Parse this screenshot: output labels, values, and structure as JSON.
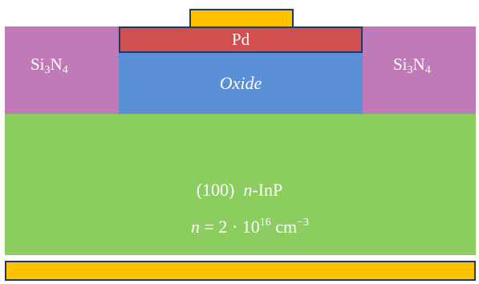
{
  "colors": {
    "gold": "#ffc000",
    "pd_red": "#d05050",
    "oxide_blue": "#5b8fd6",
    "sin_purple": "#c07ab8",
    "inp_green": "#8ccd5f",
    "outline_navy": "#1f3a68",
    "label_white": "#ffffff"
  },
  "layers": {
    "pd_label": "Pd",
    "oxide_label": "Oxide",
    "sin_left": {
      "base1": "Si",
      "sub1": "3",
      "base2": "N",
      "sub2": "4"
    },
    "sin_right": {
      "base1": "Si",
      "sub1": "3",
      "base2": "N",
      "sub2": "4"
    }
  },
  "substrate": {
    "orientation": "(100)",
    "material_prefix": "n",
    "material_rest": "-InP",
    "doping_var": "n",
    "doping_eq": " = 2 · 10",
    "doping_exp": "16",
    "doping_unit": " cm",
    "doping_unit_exp": "−3"
  }
}
